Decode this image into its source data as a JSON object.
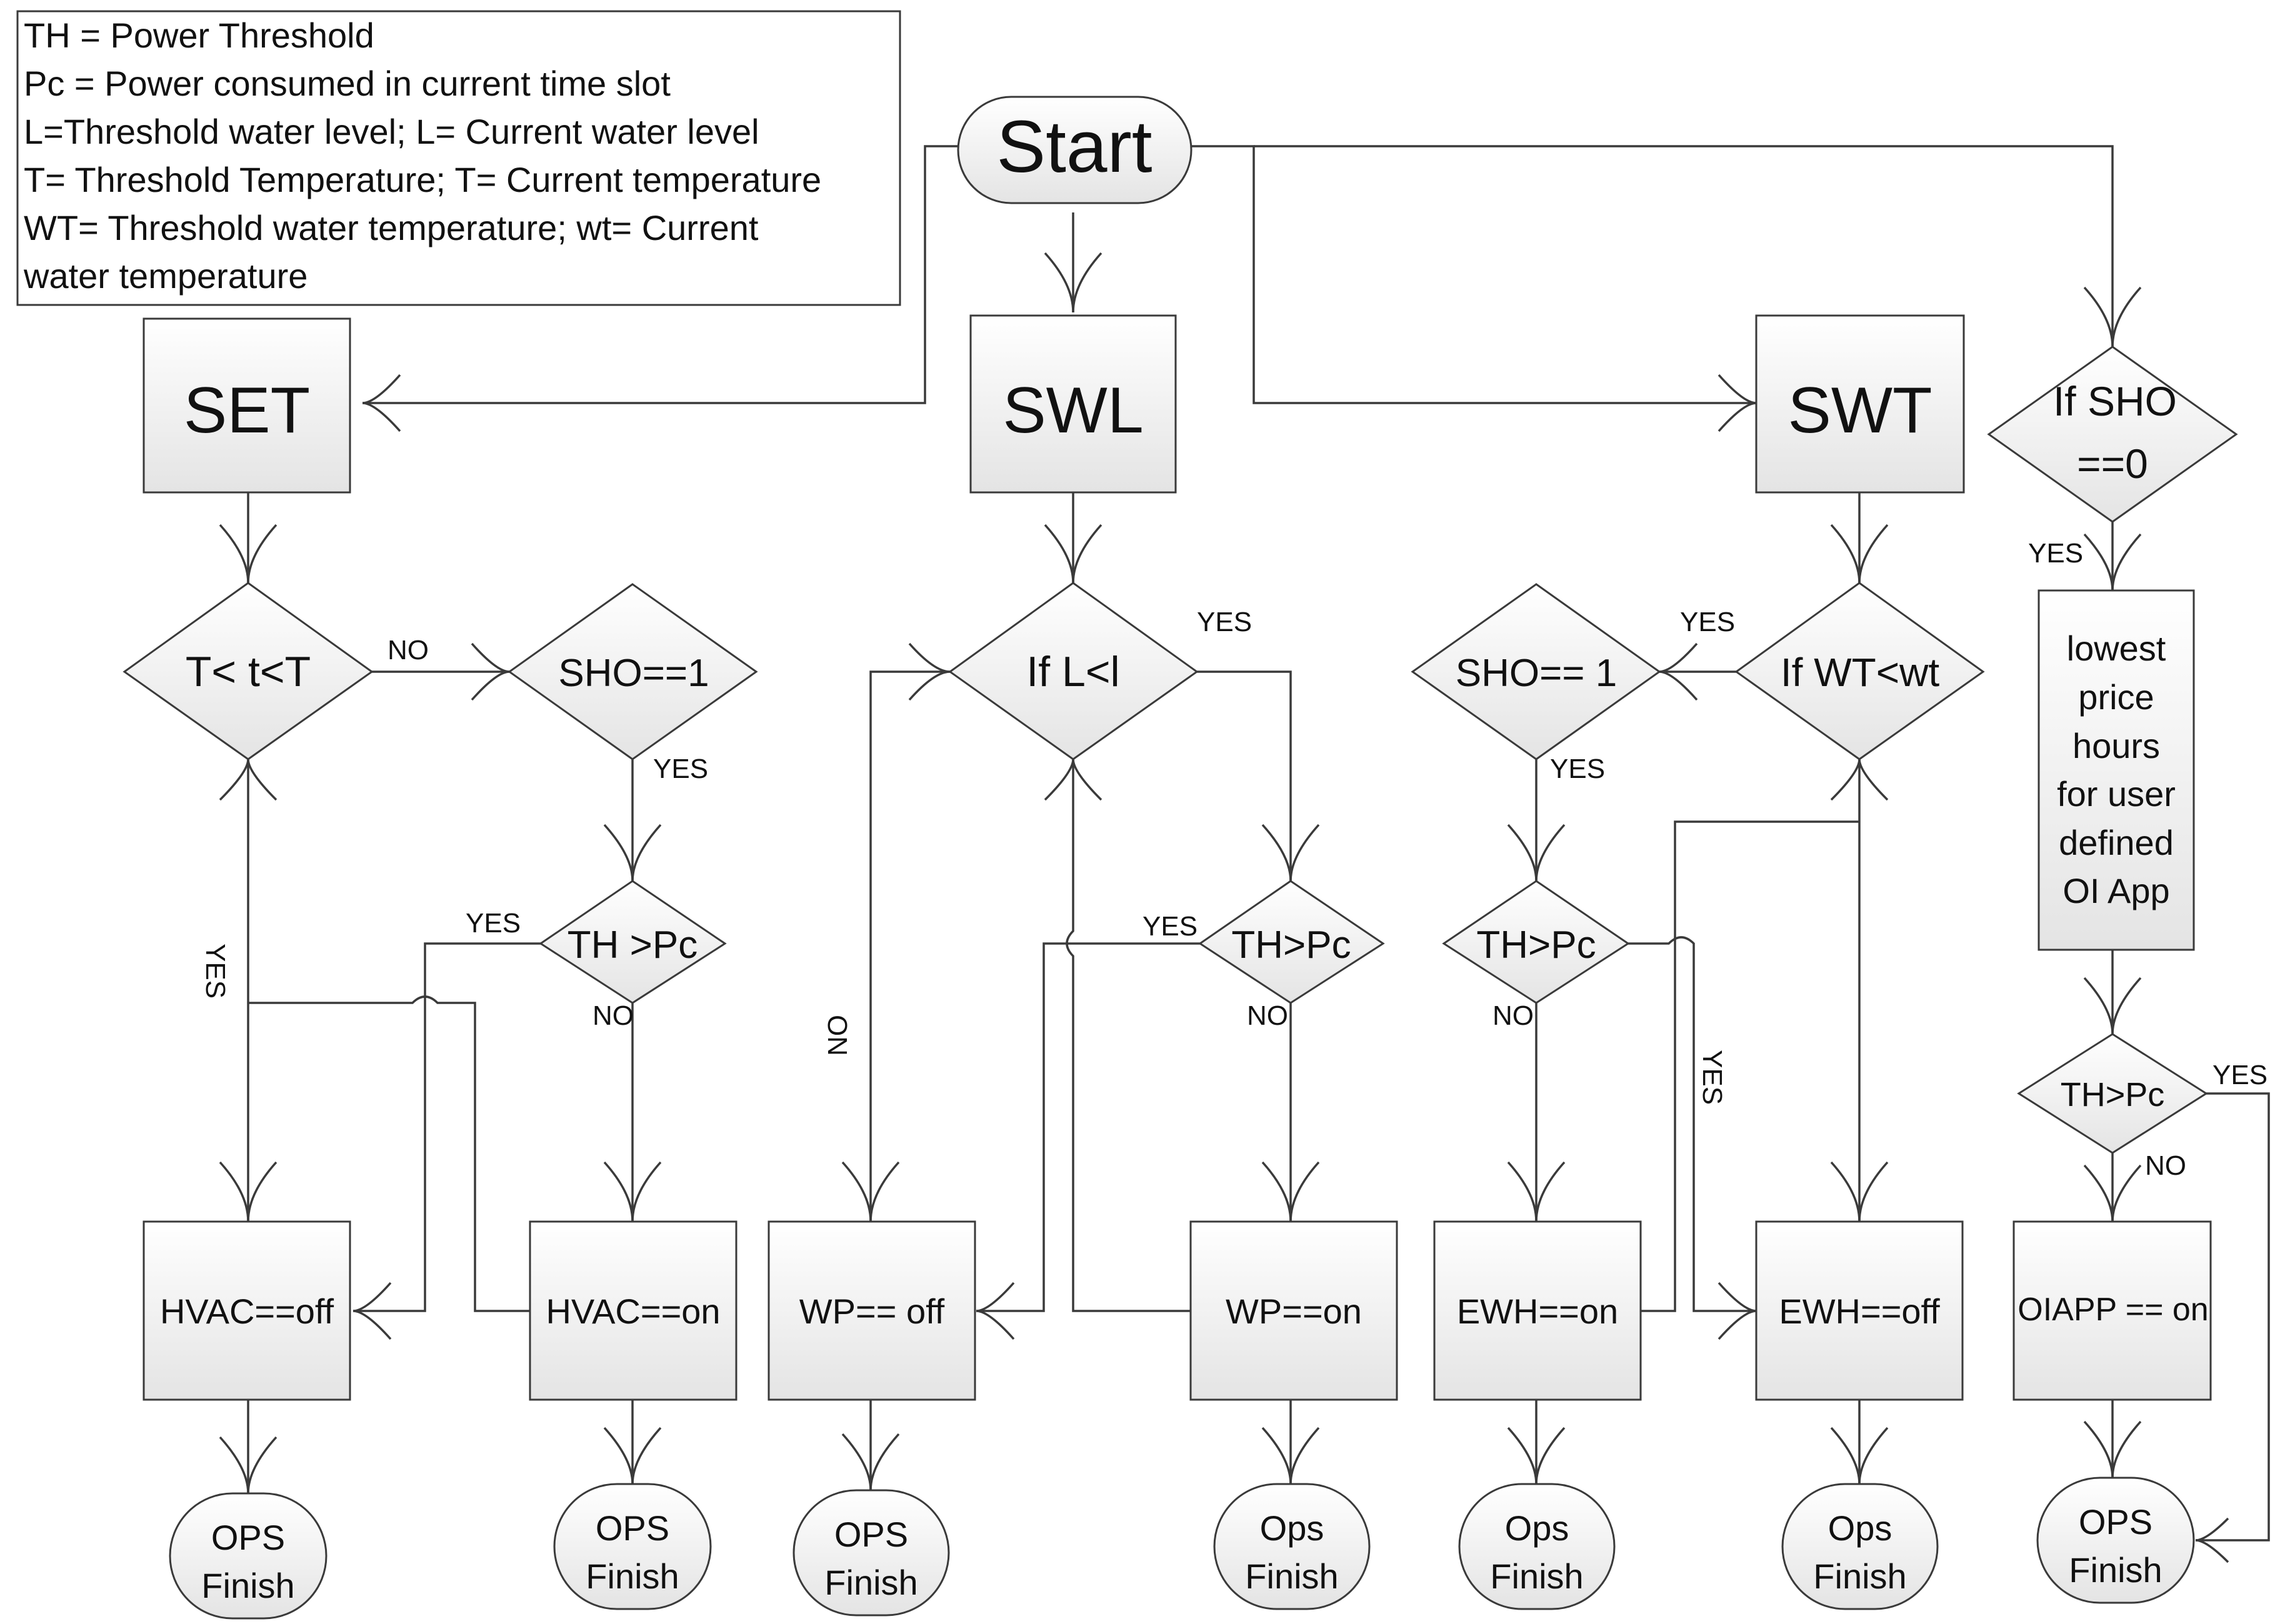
{
  "legend": [
    "TH = Power Threshold",
    "Pc = Power consumed in current time slot",
    "L=Threshold water level; L= Current water level",
    "T= Threshold Temperature; T= Current temperature",
    "WT= Threshold water temperature; wt= Current",
    "water temperature"
  ],
  "nodes": {
    "start": "Start",
    "s_et": "SET",
    "s_wl": "SWL",
    "s_wt": "SWT",
    "if_sho_0": [
      "If SHO",
      "==0"
    ],
    "cond_t": "T< t<T",
    "sho_1_a": "SHO==1",
    "th_pc_a": "TH >Pc",
    "if_l": "If L<l",
    "th_pc_b": "TH>Pc",
    "sho_1_b": "SHO== 1",
    "if_wt": "If WT<wt",
    "th_pc_c": "TH>Pc",
    "th_pc_d": "TH>Pc",
    "lowest_price": [
      "lowest",
      "price",
      "hours",
      "for user",
      "defined",
      "OI App"
    ],
    "hvac_off": "HVAC==off",
    "hvac_on": "HVAC==on",
    "wp_off": "WP== off",
    "wp_on": "WP==on",
    "ewh_on": "EWH==on",
    "ewh_off": "EWH==off",
    "oi_app_on": "OIAPP == on",
    "finish_1": [
      "OPS",
      "Finish"
    ],
    "finish_2": [
      "OPS",
      "Finish"
    ],
    "finish_3": [
      "OPS",
      "Finish"
    ],
    "finish_4": [
      "Ops",
      "Finish"
    ],
    "finish_5": [
      "Ops",
      "Finish"
    ],
    "finish_6": [
      "Ops",
      "Finish"
    ],
    "finish_7": [
      "OPS",
      "Finish"
    ]
  },
  "edge_labels": {
    "no": "NO",
    "yes": "YES"
  }
}
